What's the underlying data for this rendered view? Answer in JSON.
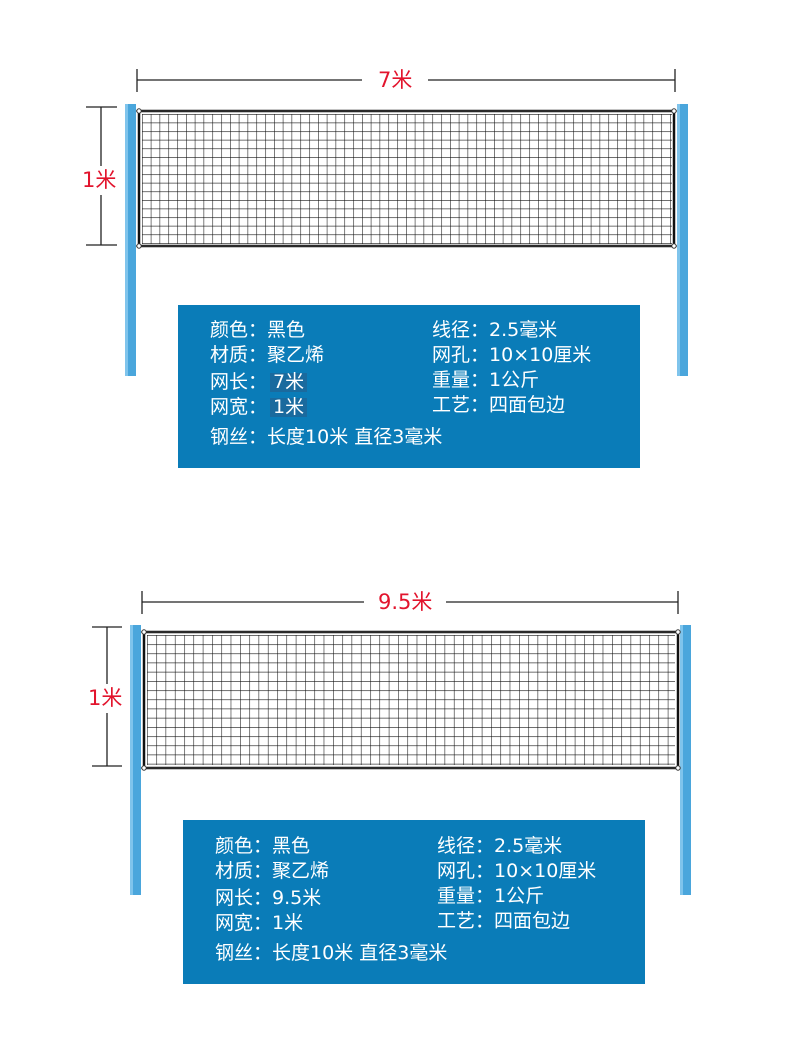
{
  "colors": {
    "pole": "#4aa6dc",
    "net": "#111111",
    "dimension": "#e2142d",
    "spec_box": "#0a7cb8"
  },
  "net_small": {
    "width_label": "7米",
    "height_label": "1米",
    "specs": {
      "color": {
        "key": "颜色：",
        "value": "黑色"
      },
      "material": {
        "key": "材质：",
        "value": "聚乙烯"
      },
      "length": {
        "key": "网长：",
        "value": "7米"
      },
      "width": {
        "key": "网宽：",
        "value": "1米"
      },
      "thread": {
        "key": "线径：",
        "value": "2.5毫米"
      },
      "mesh": {
        "key": "网孔：",
        "value": "10×10厘米"
      },
      "weight": {
        "key": "重量：",
        "value": "1公斤"
      },
      "craft": {
        "key": "工艺：",
        "value": "四面包边"
      },
      "wire": {
        "key": "钢丝：",
        "value": "长度10米 直径3毫米"
      }
    }
  },
  "net_large": {
    "width_label": "9.5米",
    "height_label": "1米",
    "specs": {
      "color": {
        "key": "颜色：",
        "value": "黑色"
      },
      "material": {
        "key": "材质：",
        "value": "聚乙烯"
      },
      "length": {
        "key": "网长：",
        "value": "9.5米"
      },
      "width": {
        "key": "网宽：",
        "value": "1米"
      },
      "thread": {
        "key": "线径：",
        "value": "2.5毫米"
      },
      "mesh": {
        "key": "网孔：",
        "value": "10×10厘米"
      },
      "weight": {
        "key": "重量：",
        "value": "1公斤"
      },
      "craft": {
        "key": "工艺：",
        "value": "四面包边"
      },
      "wire": {
        "key": "钢丝：",
        "value": "长度10米 直径3毫米"
      }
    }
  }
}
